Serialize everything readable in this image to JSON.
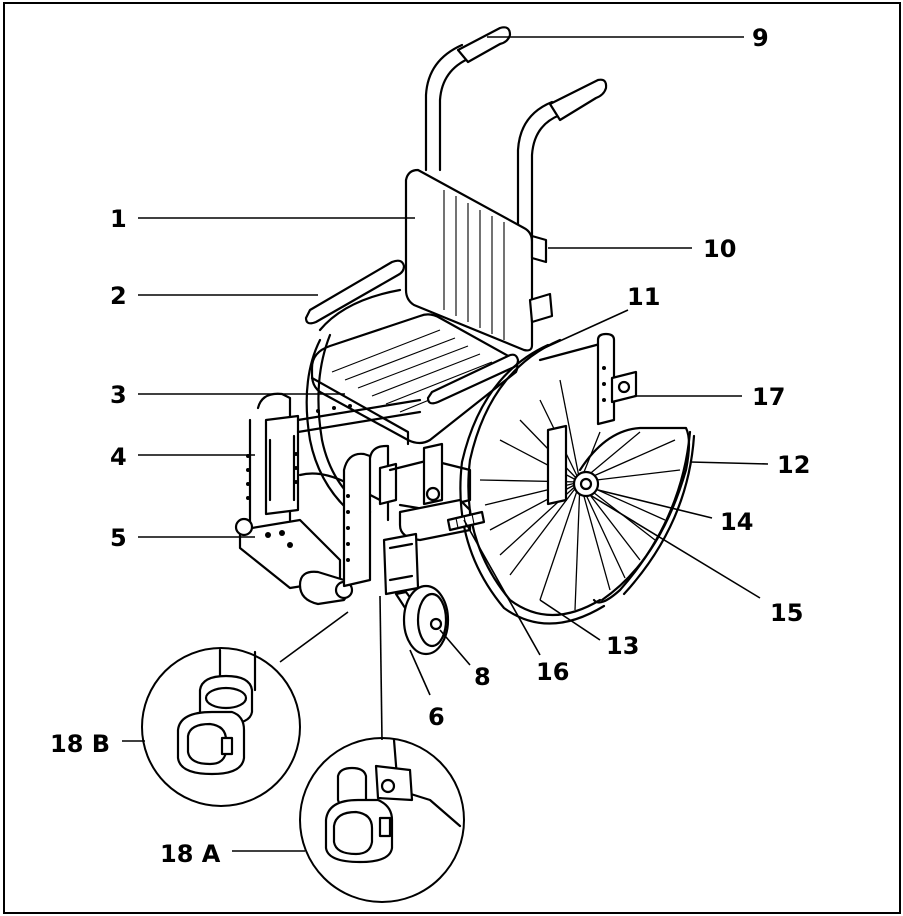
{
  "labels": {
    "l1": "1",
    "l2": "2",
    "l3": "3",
    "l4": "4",
    "l5": "5",
    "l6": "6",
    "l8": "8",
    "l9": "9",
    "l10": "10",
    "l11": "11",
    "l12": "12",
    "l13": "13",
    "l14": "14",
    "l15": "15",
    "l16": "16",
    "l17": "17",
    "l18b": "18 B",
    "l18a": "18 A"
  }
}
